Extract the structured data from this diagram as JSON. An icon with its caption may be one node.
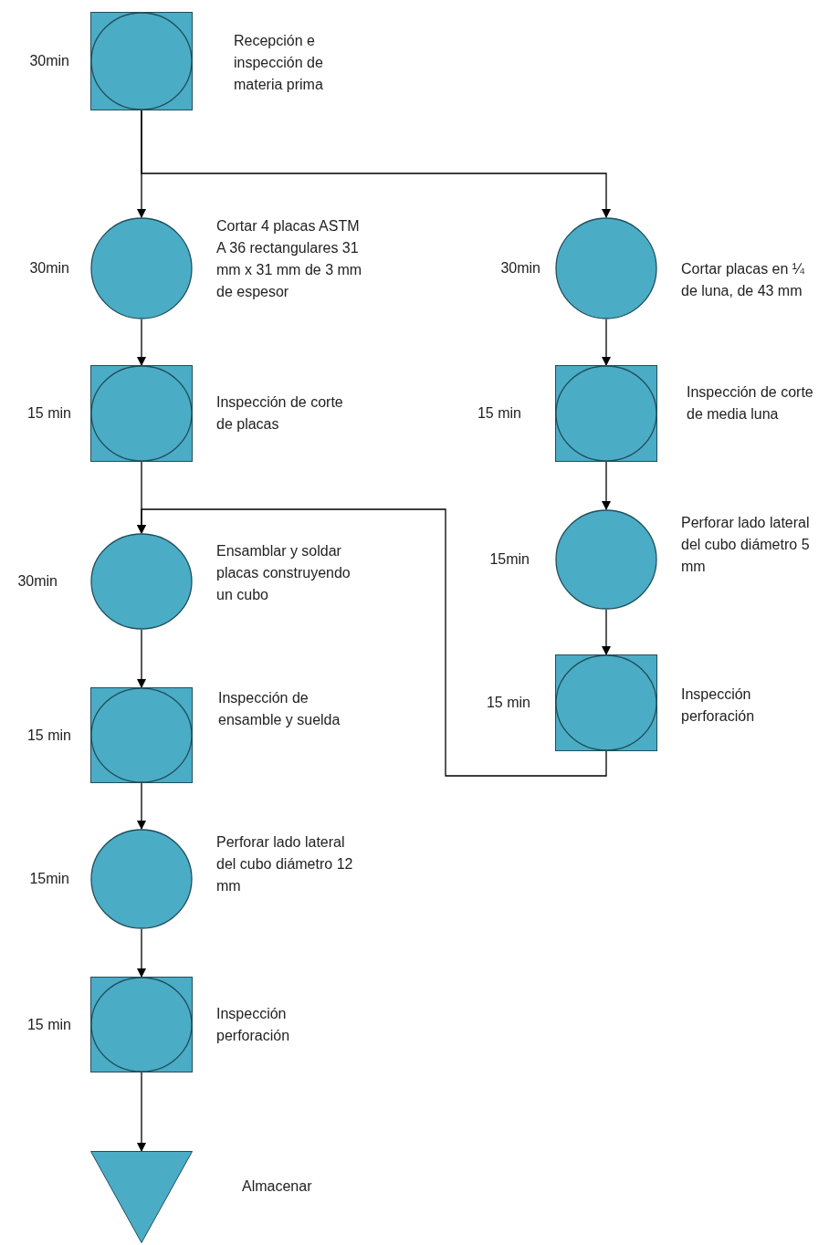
{
  "diagram": {
    "nodes": [
      {
        "text": [],
        "shape": "box",
        "beside": [
          "30min",
          "Recepción e inspección de materia prima"
        ]
      },
      {
        "text": [],
        "shape": "circle",
        "beside": [
          "30min",
          "Cortar 4 placas ASTM A 36 rectangulares 31 mm x 31 mm de 3 mm de espesor"
        ]
      },
      {
        "text": [],
        "shape": "box",
        "beside": [
          "15 min",
          "Inspección de corte de placas"
        ]
      },
      {
        "text": [],
        "shape": "circle",
        "beside": [
          "30min",
          "Ensamblar y soldar placas construyendo un cubo"
        ]
      },
      {
        "text": [],
        "shape": "box",
        "beside": [
          "15 min",
          "Inspección de ensamble y suelda"
        ]
      },
      {
        "text": [],
        "shape": "circle",
        "beside": [
          "15min",
          "Perforar lado lateral del cubo diámetro 12 mm"
        ]
      },
      {
        "text": [],
        "shape": "box",
        "beside": [
          "15 min",
          "Inspección perforación"
        ]
      },
      {
        "text": [],
        "shape": "triangle",
        "beside": [
          "Almacenar"
        ]
      },
      {
        "text": [],
        "shape": "circle",
        "beside": [
          "30min",
          "Cortar placas en ¼ de luna, de 43 mm"
        ]
      },
      {
        "text": [],
        "shape": "box",
        "beside": [
          "15 min",
          "Inspección de corte de media luna"
        ]
      },
      {
        "text": [],
        "shape": "circle",
        "beside": [
          "15min",
          "Perforar lado lateral del cubo diámetro 5 mm"
        ]
      },
      {
        "text": [],
        "shape": "box",
        "beside": [
          "15 min",
          "Inspección perforación"
        ]
      }
    ],
    "edges": [
      {
        "from": 0,
        "to": 1,
        "arrow": "to"
      },
      {
        "from": 0,
        "to": 8,
        "arrow": "to"
      },
      {
        "from": 1,
        "to": 2,
        "arrow": "to"
      },
      {
        "from": 2,
        "to": 3,
        "arrow": "to"
      },
      {
        "from": 3,
        "to": 4,
        "arrow": "to"
      },
      {
        "from": 4,
        "to": 5,
        "arrow": "to"
      },
      {
        "from": 5,
        "to": 6,
        "arrow": "to"
      },
      {
        "from": 6,
        "to": 7,
        "arrow": "to"
      },
      {
        "from": 8,
        "to": 9,
        "arrow": "to"
      },
      {
        "from": 9,
        "to": 10,
        "arrow": "to"
      },
      {
        "from": 10,
        "to": 11,
        "arrow": "to"
      },
      {
        "from": 11,
        "to": 3,
        "arrow": "to"
      }
    ]
  }
}
